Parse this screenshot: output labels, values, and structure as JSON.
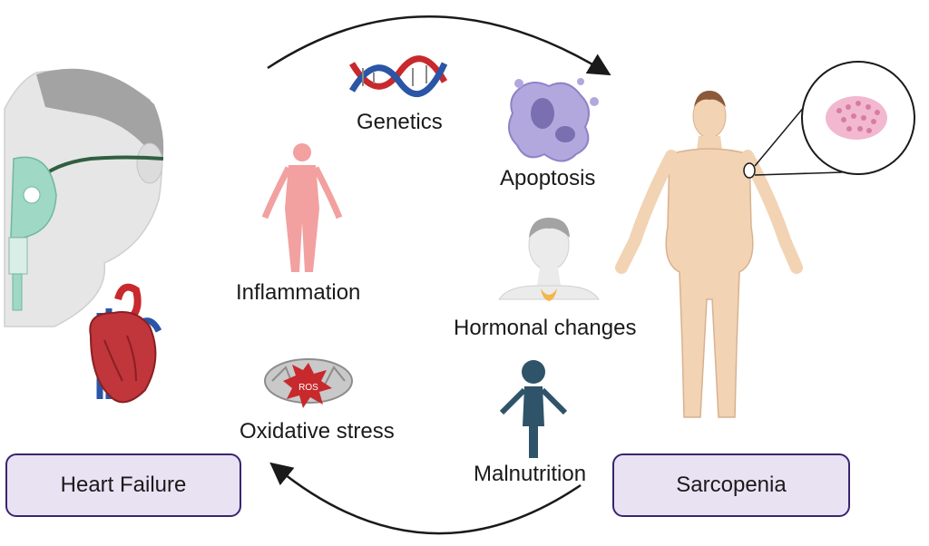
{
  "labels": {
    "genetics": "Genetics",
    "apoptosis": "Apoptosis",
    "inflammation": "Inflammation",
    "hormonal": "Hormonal changes",
    "oxidative": "Oxidative stress",
    "malnutrition": "Malnutrition",
    "ros": "ROS"
  },
  "boxes": {
    "heart_failure": "Heart Failure",
    "sarcopenia": "Sarcopenia"
  },
  "colors": {
    "box_fill": "#e9e2f3",
    "box_border": "#3a2470",
    "arrow": "#1a1a1a",
    "skin": "#f2d3b3",
    "skin_gray": "#e6e6e6",
    "hair_gray": "#a3a3a3",
    "inflammation_body": "#f2a0a0",
    "malnutrition_figure": "#2f5368",
    "apoptosis_cell": "#b3a8dd",
    "dna_red": "#c8292c",
    "dna_blue": "#2b55a6",
    "ros_red": "#c8292c",
    "muscle_pink": "#d77ca4"
  }
}
